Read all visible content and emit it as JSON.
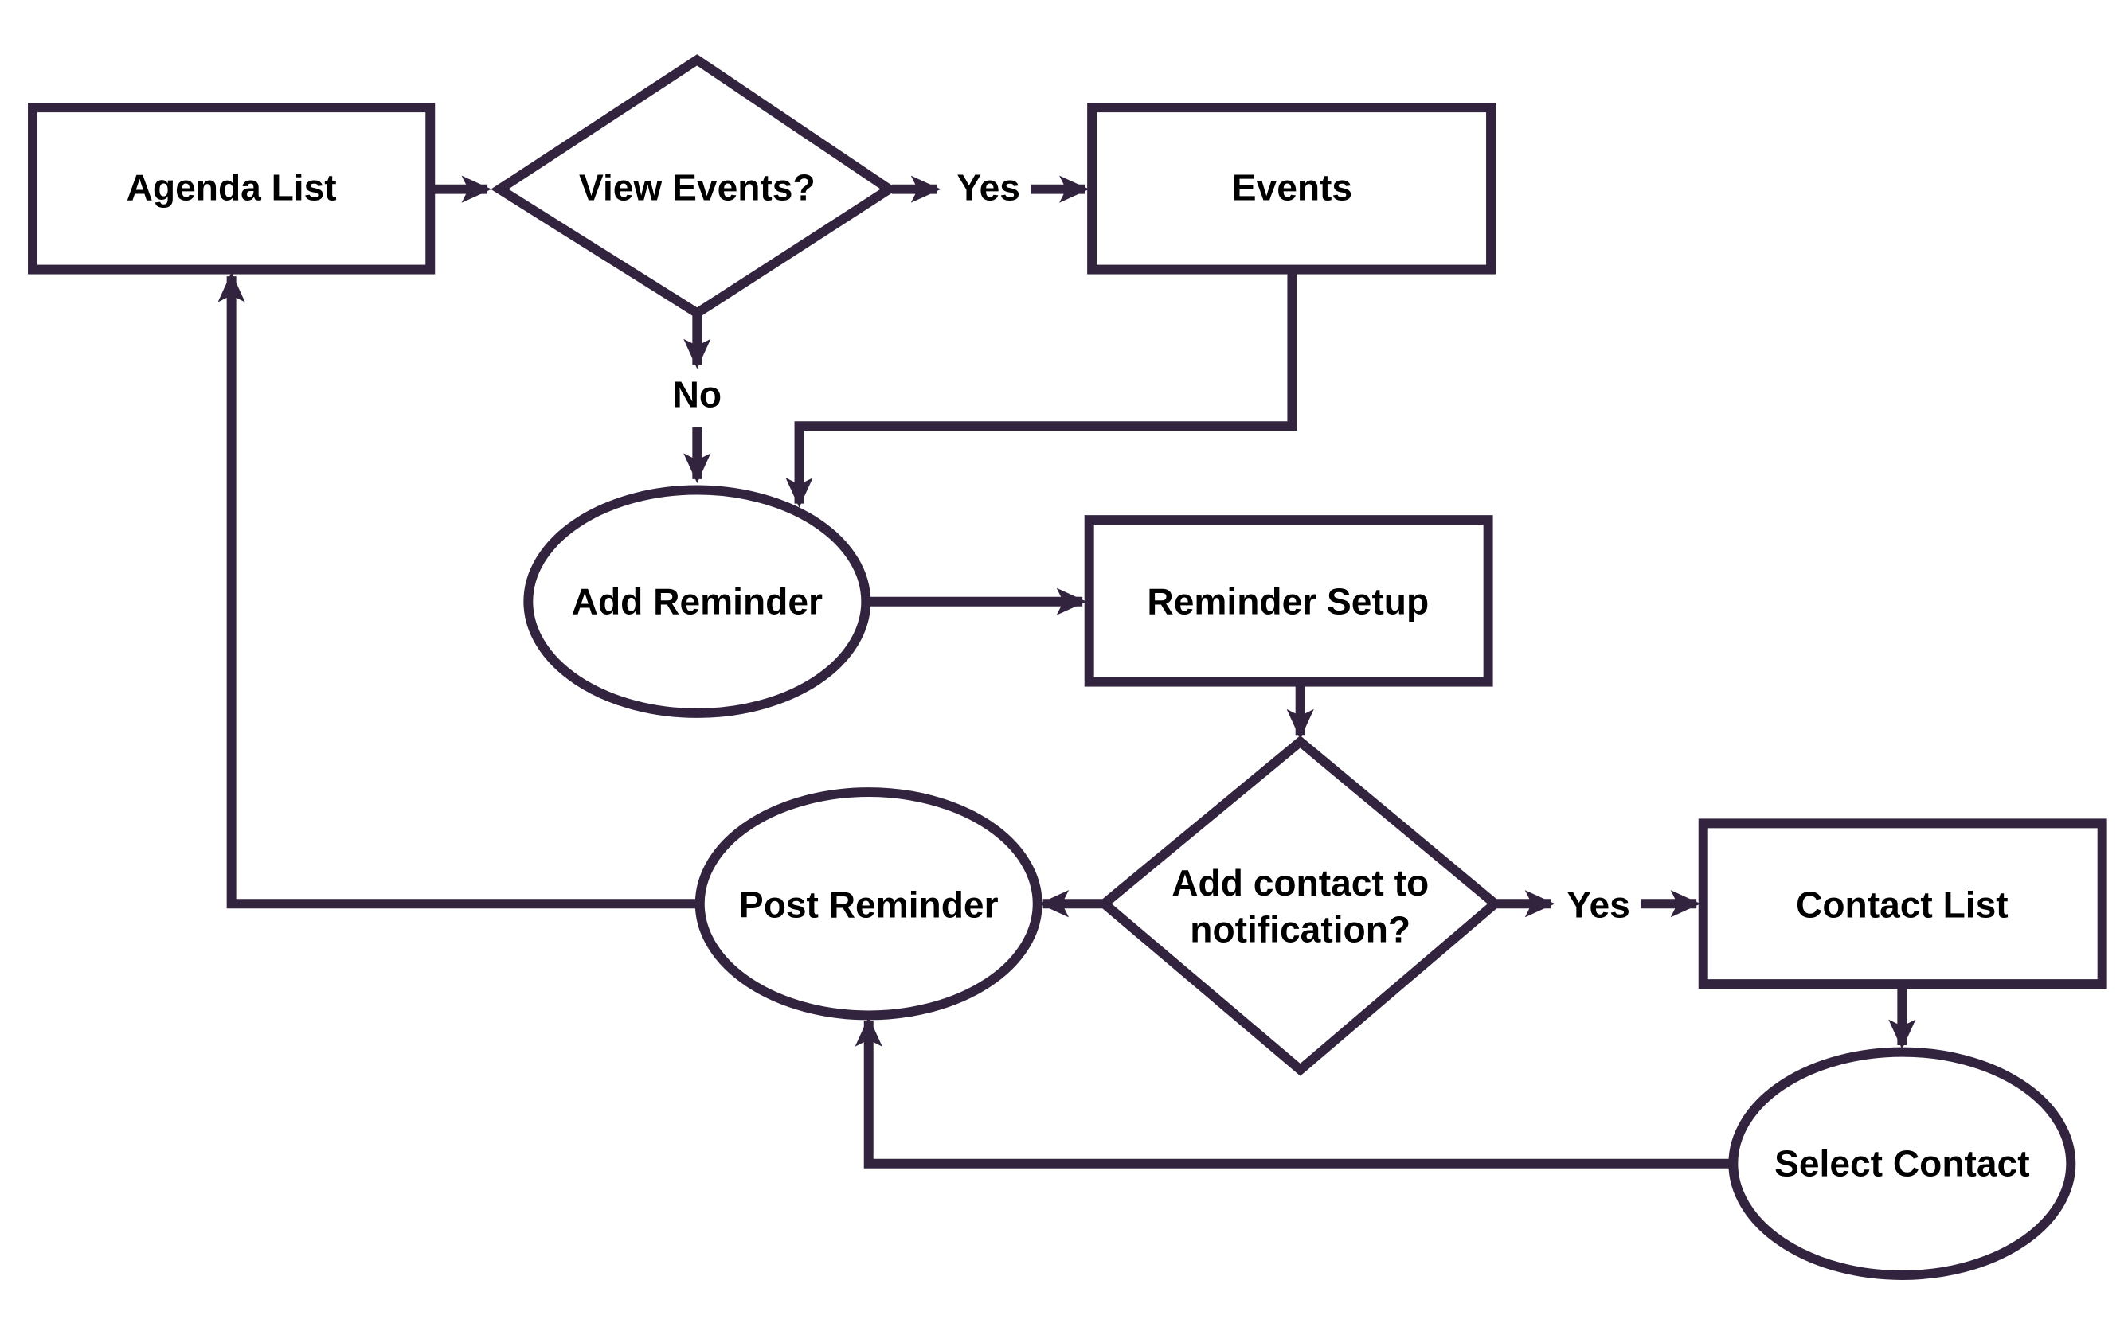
{
  "colors": {
    "stroke": "#32243f",
    "text": "#000000",
    "background": "#ffffff"
  },
  "nodes": {
    "agenda_list": "Agenda List",
    "view_events": "View Events?",
    "events": "Events",
    "add_reminder": "Add Reminder",
    "reminder_setup": "Reminder Setup",
    "add_contact_line1": "Add contact to",
    "add_contact_line2": "notification?",
    "post_reminder": "Post Reminder",
    "contact_list": "Contact List",
    "select_contact": "Select Contact"
  },
  "edge_labels": {
    "view_events_yes": "Yes",
    "view_events_no": "No",
    "add_contact_yes": "Yes"
  }
}
